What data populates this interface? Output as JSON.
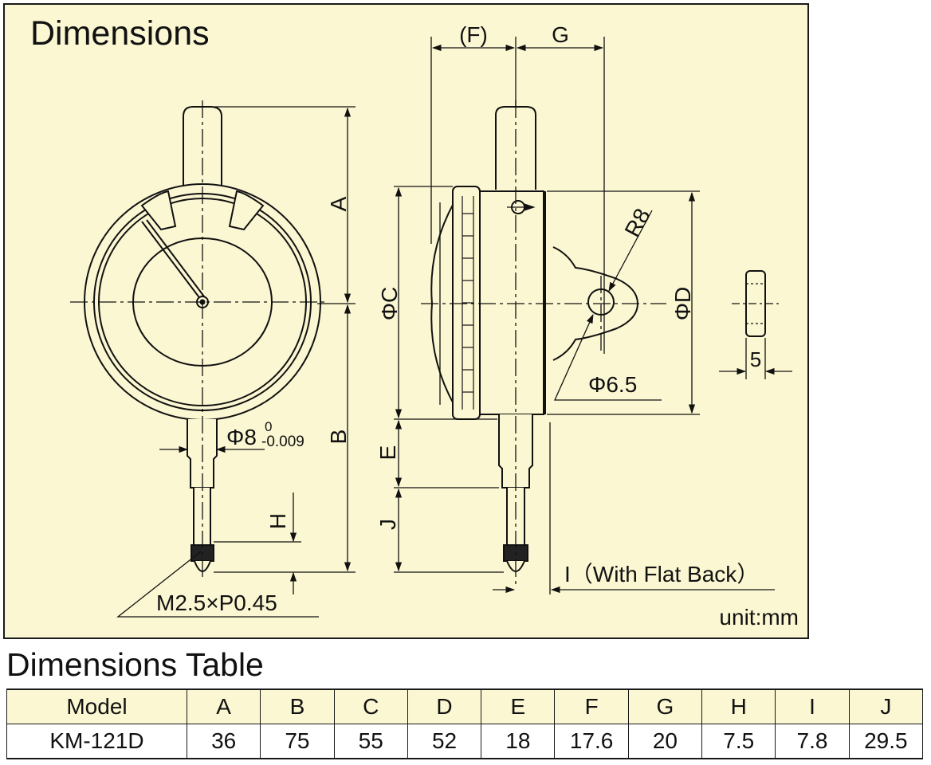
{
  "diagram": {
    "title": "Dimensions",
    "unit_note": "unit:mm",
    "labels": {
      "F": "(F)",
      "G": "G",
      "A": "A",
      "B": "B",
      "C": "ΦC",
      "D": "ΦD",
      "E": "E",
      "H": "H",
      "J": "J",
      "R8": "R8",
      "hole": "Φ6.5",
      "five": "5",
      "stem_phi": "Φ8",
      "stem_tol_upper": "0",
      "stem_tol_lower": "-0.009",
      "thread": "M2.5×P0.45",
      "flat_back": "I（With Flat Back）"
    }
  },
  "table": {
    "title": "Dimensions Table",
    "headers": [
      "Model",
      "A",
      "B",
      "C",
      "D",
      "E",
      "F",
      "G",
      "H",
      "I",
      "J"
    ],
    "rows": [
      [
        "KM-121D",
        "36",
        "75",
        "55",
        "52",
        "18",
        "17.6",
        "20",
        "7.5",
        "7.8",
        "29.5"
      ]
    ]
  }
}
